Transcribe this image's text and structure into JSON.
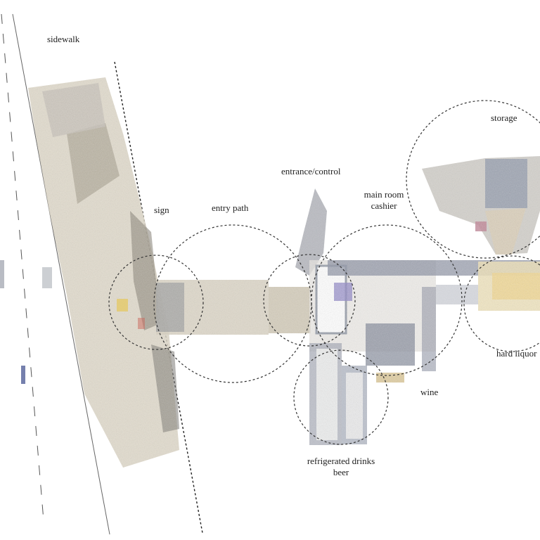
{
  "labels": {
    "sidewalk": "sidewalk",
    "sign": "sign",
    "entry_path": "entry path",
    "entrance_control": "entrance/control",
    "main_room_line1": "main room",
    "main_room_line2": "cashier",
    "storage": "storage",
    "hard_liquor": "hard liquor",
    "wine": "wine",
    "refrigerated_line1": "refrigerated drinks",
    "refrigerated_line2": "beer"
  },
  "colors": {
    "zone_outline": "#333333",
    "label_text": "#222222",
    "point_cloud_floor": "#ddd6c6",
    "point_cloud_wall": "#8a8f9c",
    "point_cloud_accent": "#3b4a8a",
    "sign_accent": "#e6c75a"
  }
}
